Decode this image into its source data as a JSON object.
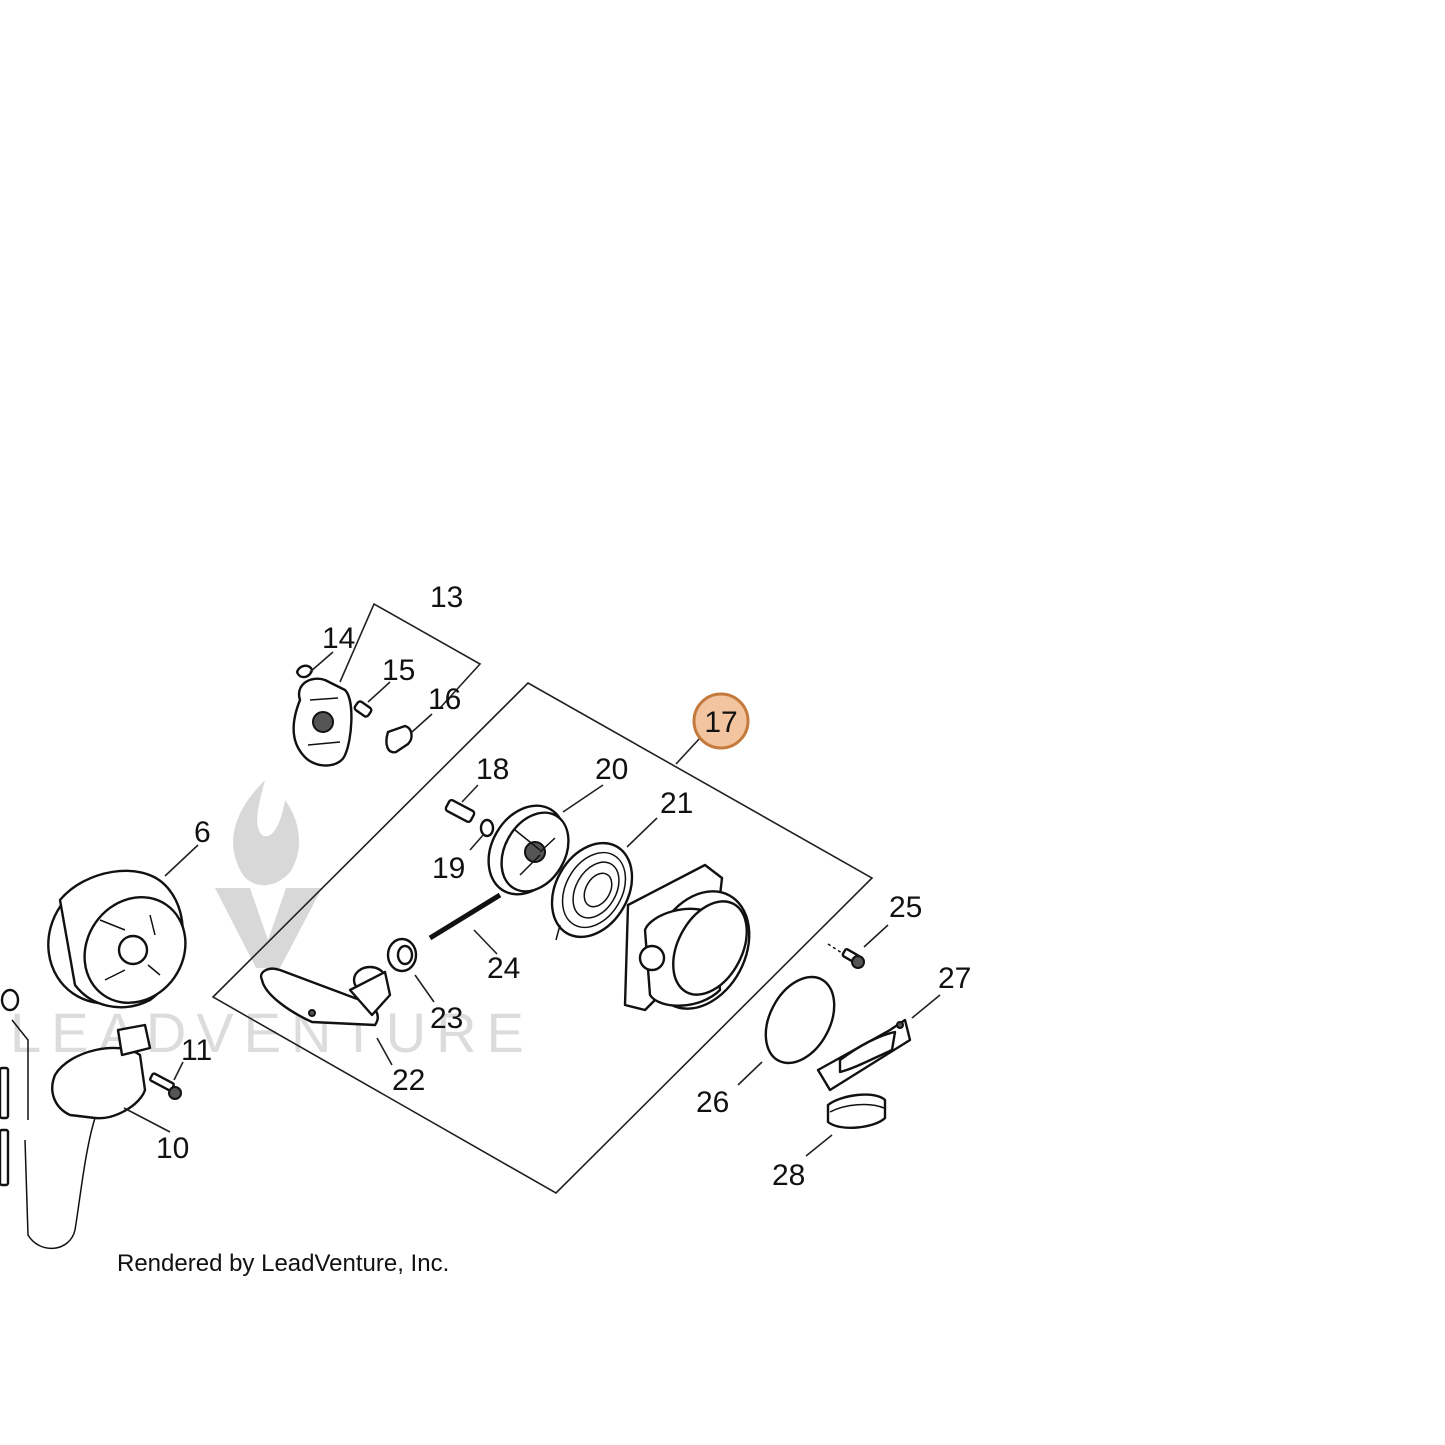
{
  "credit": "Rendered by LeadVenture, Inc.",
  "watermark": "LEADVENTURE",
  "highlight": {
    "label": "17",
    "fill": "#f2c4a0",
    "stroke": "#c47a3c"
  },
  "labels": {
    "p6": "6",
    "p10": "10",
    "p11": "11",
    "p13": "13",
    "p14": "14",
    "p15": "15",
    "p16": "16",
    "p18": "18",
    "p19": "19",
    "p20": "20",
    "p21": "21",
    "p22": "22",
    "p23": "23",
    "p24": "24",
    "p25": "25",
    "p26": "26",
    "p27": "27",
    "p28": "28"
  }
}
